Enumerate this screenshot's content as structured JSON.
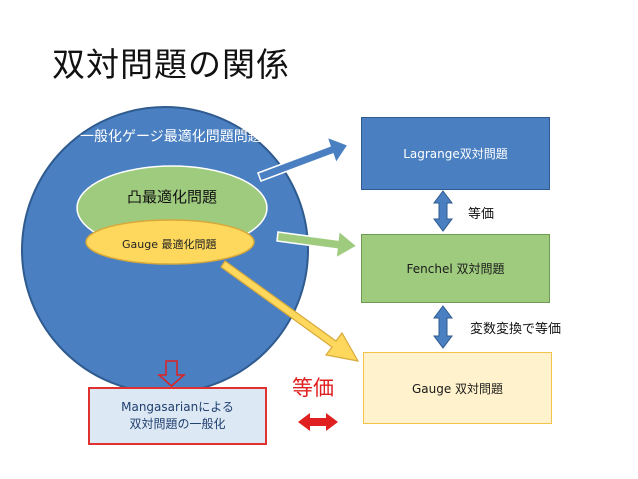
{
  "title": "双対問題の関係",
  "regions": {
    "general": "一般化ゲージ最適化問題問題",
    "convex": "凸最適化問題",
    "gauge_opt": "Gauge 最適化問題"
  },
  "boxes": {
    "lagrange": "Lagrange双対問題",
    "fenchel": "Fenchel 双対問題",
    "gauge_dual": "Gauge 双対問題",
    "mangasarian_line1": "Mangasarianによる",
    "mangasarian_line2": "双対問題の一般化"
  },
  "relations": {
    "lagrange_fenchel": "等価",
    "fenchel_gauge": "変数変換で等価",
    "mangasarian_gauge": "等価"
  },
  "colors": {
    "blue_fill": "#4a7fc1",
    "blue_border": "#2f5b8f",
    "green_fill": "#9fcb7f",
    "green_border": "#6e9a52",
    "gauge_fill": "#fdd85c",
    "gauge_border": "#d8a93a",
    "yellow_box": "#fff2cc",
    "red": "#e02020",
    "mangasarian_fill": "#dde8f5",
    "mangasarian_border": "#e03030"
  }
}
